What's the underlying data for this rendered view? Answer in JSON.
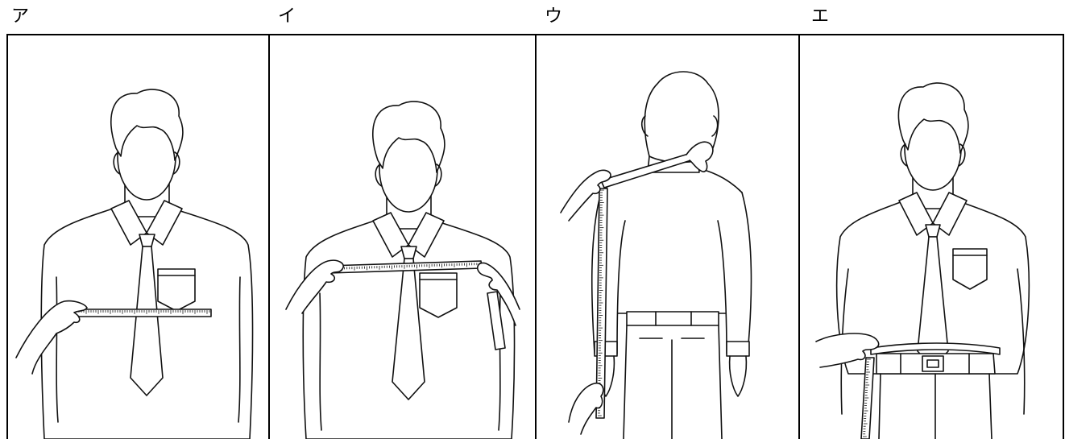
{
  "labels": {
    "a": "ア",
    "i": "イ",
    "u": "ウ",
    "e": "エ"
  }
}
